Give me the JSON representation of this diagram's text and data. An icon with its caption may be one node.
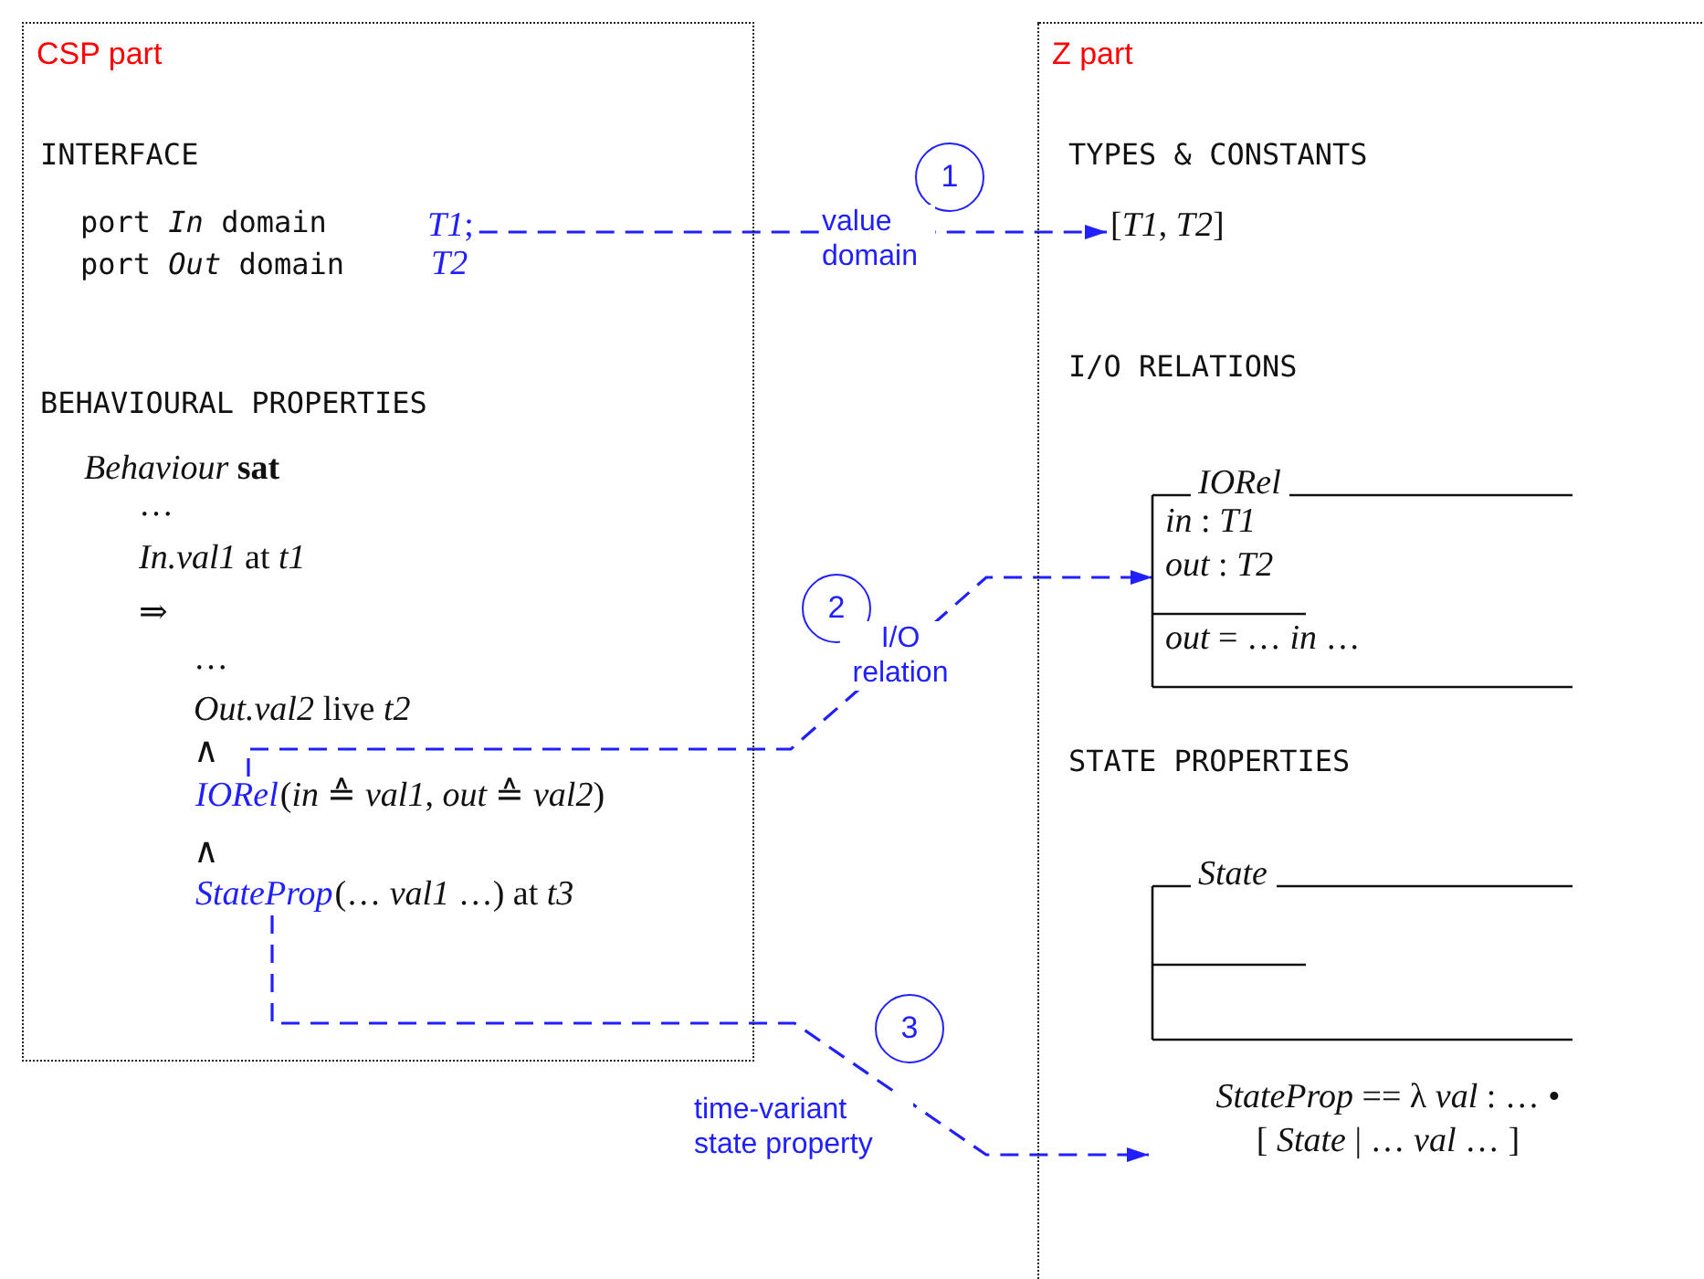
{
  "diagram": {
    "nodes": [
      {
        "text": [
          "CSP part"
        ]
      },
      {
        "text": [
          "*T1*;"
        ],
        "in": 0
      },
      {
        "text": [
          "IORel"
        ],
        "in": 0
      },
      {
        "text": [
          "StateProp"
        ],
        "in": 0
      },
      {
        "text": [
          "Z part"
        ]
      },
      {
        "text": [
          "[*T1*, *T2*]"
        ],
        "in": 4
      },
      {
        "text": [
          "IORel",
          "*in* : *T1*",
          "*out* : *T2*",
          "*out* = … *in* …"
        ],
        "in": 4
      },
      {
        "text": [
          "State"
        ],
        "in": 4
      },
      {
        "text": [
          "*StateProp* == λ *val* : … •",
          "[ *State* | … *val* … ]"
        ],
        "in": 4
      },
      {
        "text": [
          "1"
        ]
      },
      {
        "text": [
          "2"
        ]
      },
      {
        "text": [
          "3"
        ]
      }
    ],
    "edges": [
      {
        "from": 1,
        "to": 5,
        "arrow": "to",
        "label": "value domain",
        "style": "dashed"
      },
      {
        "from": 2,
        "to": 6,
        "arrow": "to",
        "label": "I/O relation",
        "style": "dashed"
      },
      {
        "from": 3,
        "to": 8,
        "arrow": "to",
        "label": "time-variant state property",
        "style": "dashed"
      }
    ],
    "labels": [
      "INTERFACE",
      "port *In* domain",
      "port *Out* domain",
      "*T2*",
      "BEHAVIOURAL PROPERTIES",
      "*Behaviour* **sat**",
      "…",
      "*In.val1* at *t1*",
      "⇒",
      "…",
      "*Out.val2* live *t2*",
      "∧",
      "(*in* ≙ *val1*, *out* ≙ *val2*)",
      "∧",
      "(… *val1* …) at *t3*",
      "TYPES & CONSTANTS",
      "I/O RELATIONS",
      "STATE PROPERTIES"
    ]
  }
}
